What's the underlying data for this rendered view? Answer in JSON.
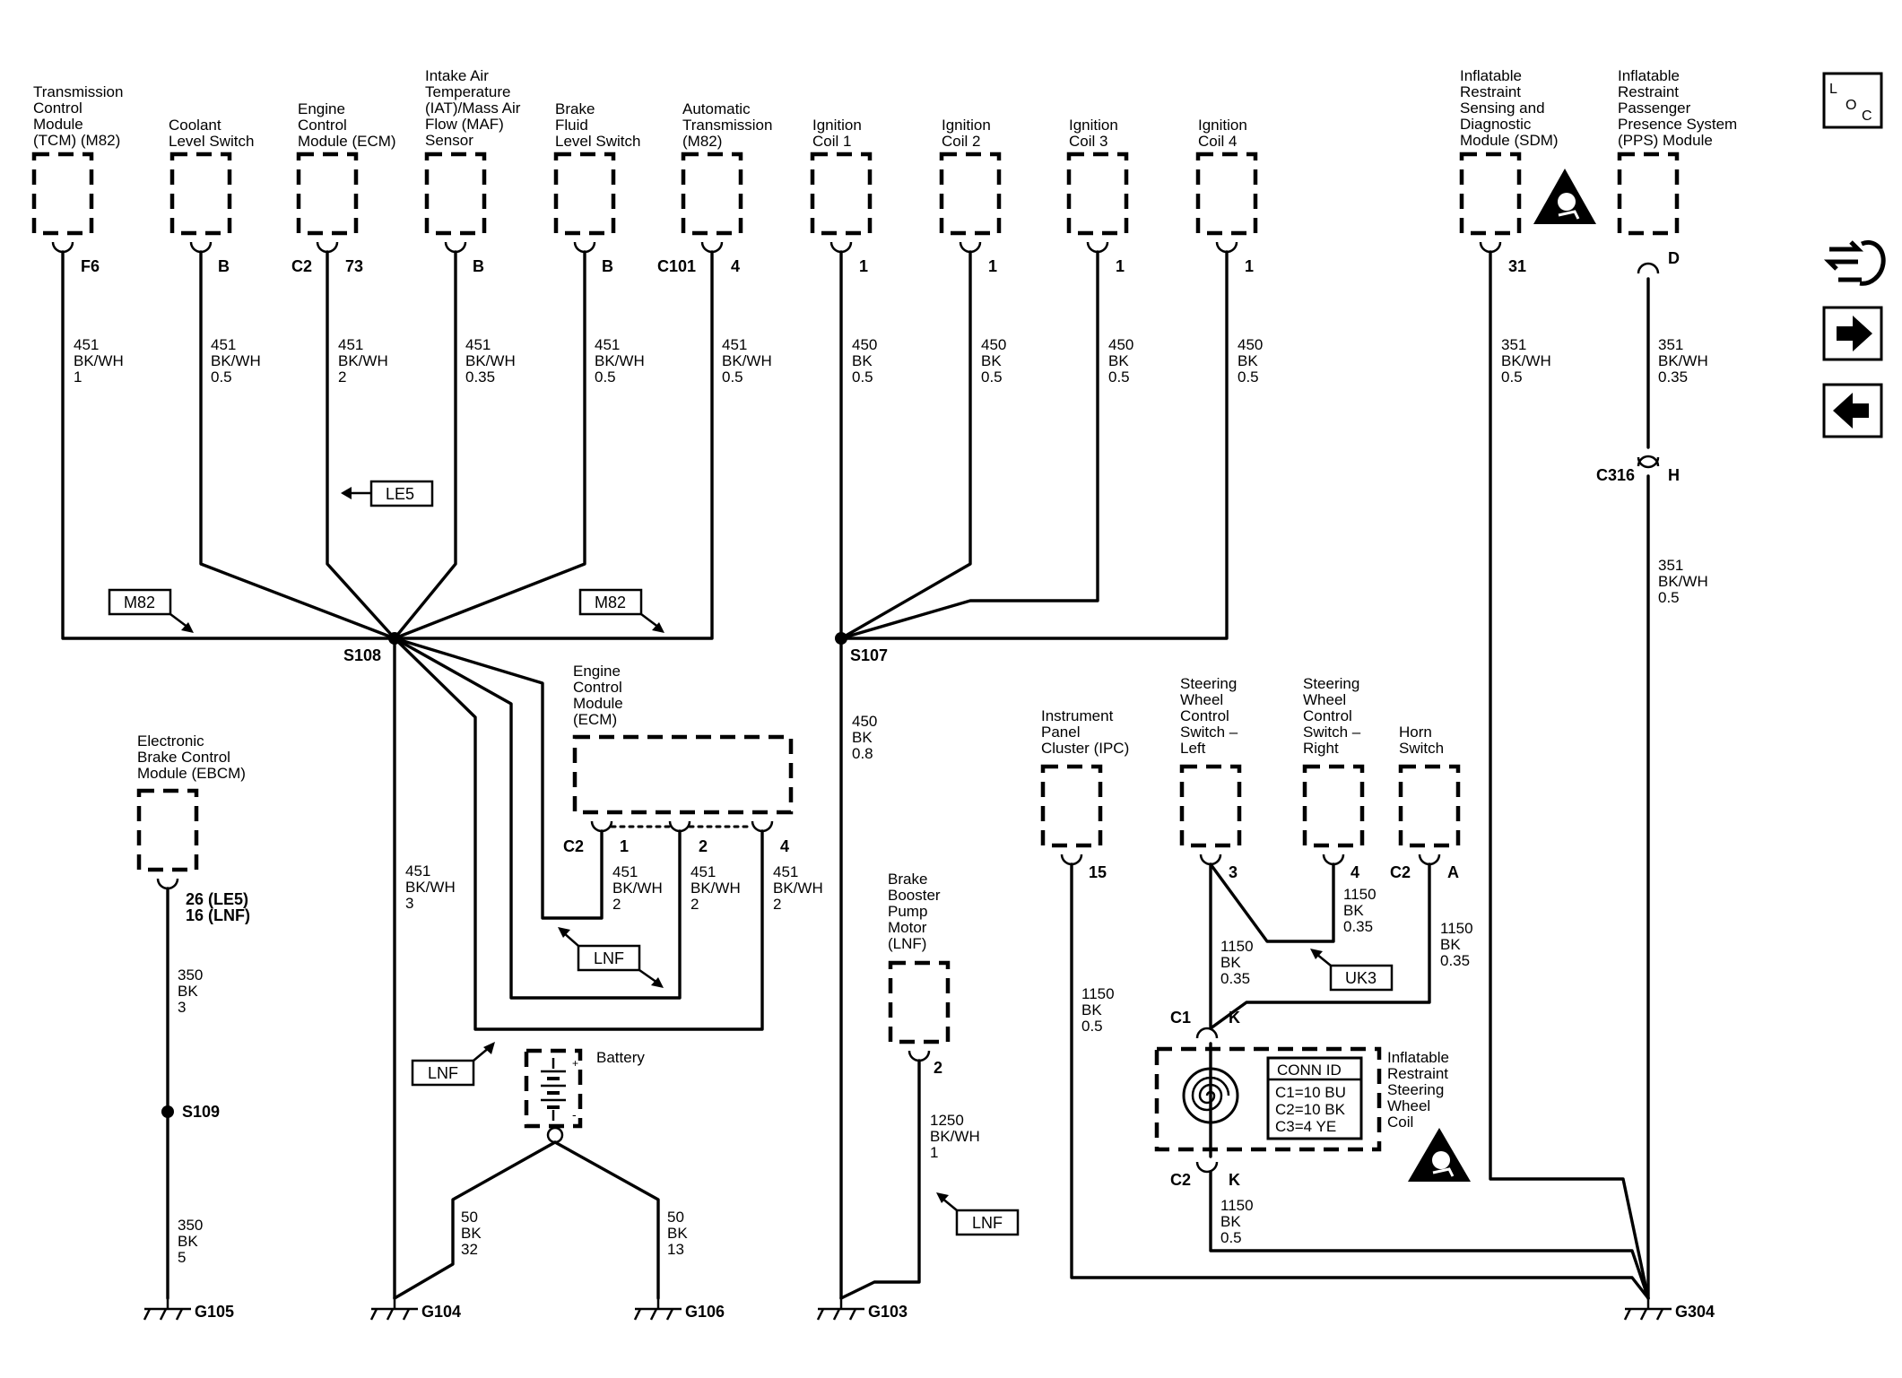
{
  "components": {
    "tcm": [
      "Transmission",
      "Control",
      "Module",
      "(TCM) (M82)"
    ],
    "coolant": [
      "Coolant",
      "Level Switch"
    ],
    "ecm_top": [
      "Engine",
      "Control",
      "Module (ECM)"
    ],
    "iat": [
      "Intake Air",
      "Temperature",
      "(IAT)/Mass Air",
      "Flow (MAF)",
      "Sensor"
    ],
    "brake_fluid": [
      "Brake",
      "Fluid",
      "Level Switch"
    ],
    "auto_trans": [
      "Automatic",
      "Transmission",
      "(M82)"
    ],
    "coil1": [
      "Ignition",
      "Coil 1"
    ],
    "coil2": [
      "Ignition",
      "Coil 2"
    ],
    "coil3": [
      "Ignition",
      "Coil 3"
    ],
    "coil4": [
      "Ignition",
      "Coil 4"
    ],
    "sdm": [
      "Inflatable",
      "Restraint",
      "Sensing and",
      "Diagnostic",
      "Module (SDM)"
    ],
    "pps": [
      "Inflatable",
      "Restraint",
      "Passenger",
      "Presence System",
      "(PPS) Module"
    ],
    "ebcm": [
      "Electronic",
      "Brake Control",
      "Module (EBCM)"
    ],
    "ecm_mid": [
      "Engine",
      "Control",
      "Module",
      "(ECM)"
    ],
    "brake_booster": [
      "Brake",
      "Booster",
      "Pump",
      "Motor",
      "(LNF)"
    ],
    "ipc": [
      "Instrument",
      "Panel",
      "Cluster (IPC)"
    ],
    "swc_left": [
      "Steering",
      "Wheel",
      "Control",
      "Switch –",
      "Left"
    ],
    "swc_right": [
      "Steering",
      "Wheel",
      "Control",
      "Switch –",
      "Right"
    ],
    "horn": [
      "Horn",
      "Switch"
    ],
    "coil_sw": [
      "Inflatable",
      "Restraint",
      "Steering",
      "Wheel",
      "Coil"
    ],
    "battery": "Battery"
  },
  "pins": {
    "tcm": "F6",
    "coolant": "B",
    "ecm_conn": "C2",
    "ecm_pin": "73",
    "iat": "B",
    "brake_fluid": "B",
    "auto_conn": "C101",
    "auto_pin": "4",
    "coil1": "1",
    "coil2": "1",
    "coil3": "1",
    "coil4": "1",
    "sdm": "31",
    "pps": "D",
    "c316": "C316",
    "c316_pin": "H",
    "ebcm": [
      "26 (LE5)",
      "16 (LNF)"
    ],
    "ecm_mid_conn": "C2",
    "ecm_mid_1": "1",
    "ecm_mid_2": "2",
    "ecm_mid_4": "4",
    "booster": "2",
    "ipc": "15",
    "swc_left": "3",
    "swc_right": "4",
    "horn_conn": "C2",
    "horn_pin": "A",
    "coil_c1": "C1",
    "coil_c1_pin": "K",
    "coil_c2": "C2",
    "coil_c2_pin": "K"
  },
  "wires": {
    "tcm": [
      "451",
      "BK/WH",
      "1"
    ],
    "coolant": [
      "451",
      "BK/WH",
      "0.5"
    ],
    "ecm_top": [
      "451",
      "BK/WH",
      "2"
    ],
    "iat": [
      "451",
      "BK/WH",
      "0.35"
    ],
    "brake_fluid": [
      "451",
      "BK/WH",
      "0.5"
    ],
    "auto_trans": [
      "451",
      "BK/WH",
      "0.5"
    ],
    "coil1": [
      "450",
      "BK",
      "0.5"
    ],
    "coil2": [
      "450",
      "BK",
      "0.5"
    ],
    "coil3": [
      "450",
      "BK",
      "0.5"
    ],
    "coil4": [
      "450",
      "BK",
      "0.5"
    ],
    "sdm": [
      "351",
      "BK/WH",
      "0.5"
    ],
    "pps": [
      "351",
      "BK/WH",
      "0.35"
    ],
    "pps_low": [
      "351",
      "BK/WH",
      "0.5"
    ],
    "ebcm_upper": [
      "350",
      "BK",
      "3"
    ],
    "ebcm_lower": [
      "350",
      "BK",
      "5"
    ],
    "s108_down": [
      "451",
      "BK/WH",
      "3"
    ],
    "ecm_mid_1": [
      "451",
      "BK/WH",
      "2"
    ],
    "ecm_mid_2": [
      "451",
      "BK/WH",
      "2"
    ],
    "ecm_mid_4": [
      "451",
      "BK/WH",
      "2"
    ],
    "s107_down": [
      "450",
      "BK",
      "0.8"
    ],
    "batt_left": [
      "50",
      "BK",
      "32"
    ],
    "batt_right": [
      "50",
      "BK",
      "13"
    ],
    "booster": [
      "1250",
      "BK/WH",
      "1"
    ],
    "ipc": [
      "1150",
      "BK",
      "0.5"
    ],
    "swc_left": [
      "1150",
      "BK",
      "0.35"
    ],
    "swc_right": [
      "1150",
      "BK",
      "0.35"
    ],
    "horn": [
      "1150",
      "BK",
      "0.35"
    ],
    "coil_sw_low": [
      "1150",
      "BK",
      "0.5"
    ]
  },
  "splices": {
    "s108": "S108",
    "s107": "S107",
    "s109": "S109"
  },
  "grounds": {
    "g105": "G105",
    "g104": "G104",
    "g106": "G106",
    "g103": "G103",
    "g304": "G304"
  },
  "options": {
    "le5": "LE5",
    "m82_left": "M82",
    "m82_right": "M82",
    "lnf_ecm": "LNF",
    "lnf_left": "LNF",
    "lnf_booster": "LNF",
    "uk3": "UK3"
  },
  "conn_id": {
    "title": "CONN ID",
    "rows": [
      "C1=10 BU",
      "C2=10 BK",
      "C3=4 YE"
    ]
  },
  "loc_letters": [
    "L",
    "O",
    "C"
  ]
}
